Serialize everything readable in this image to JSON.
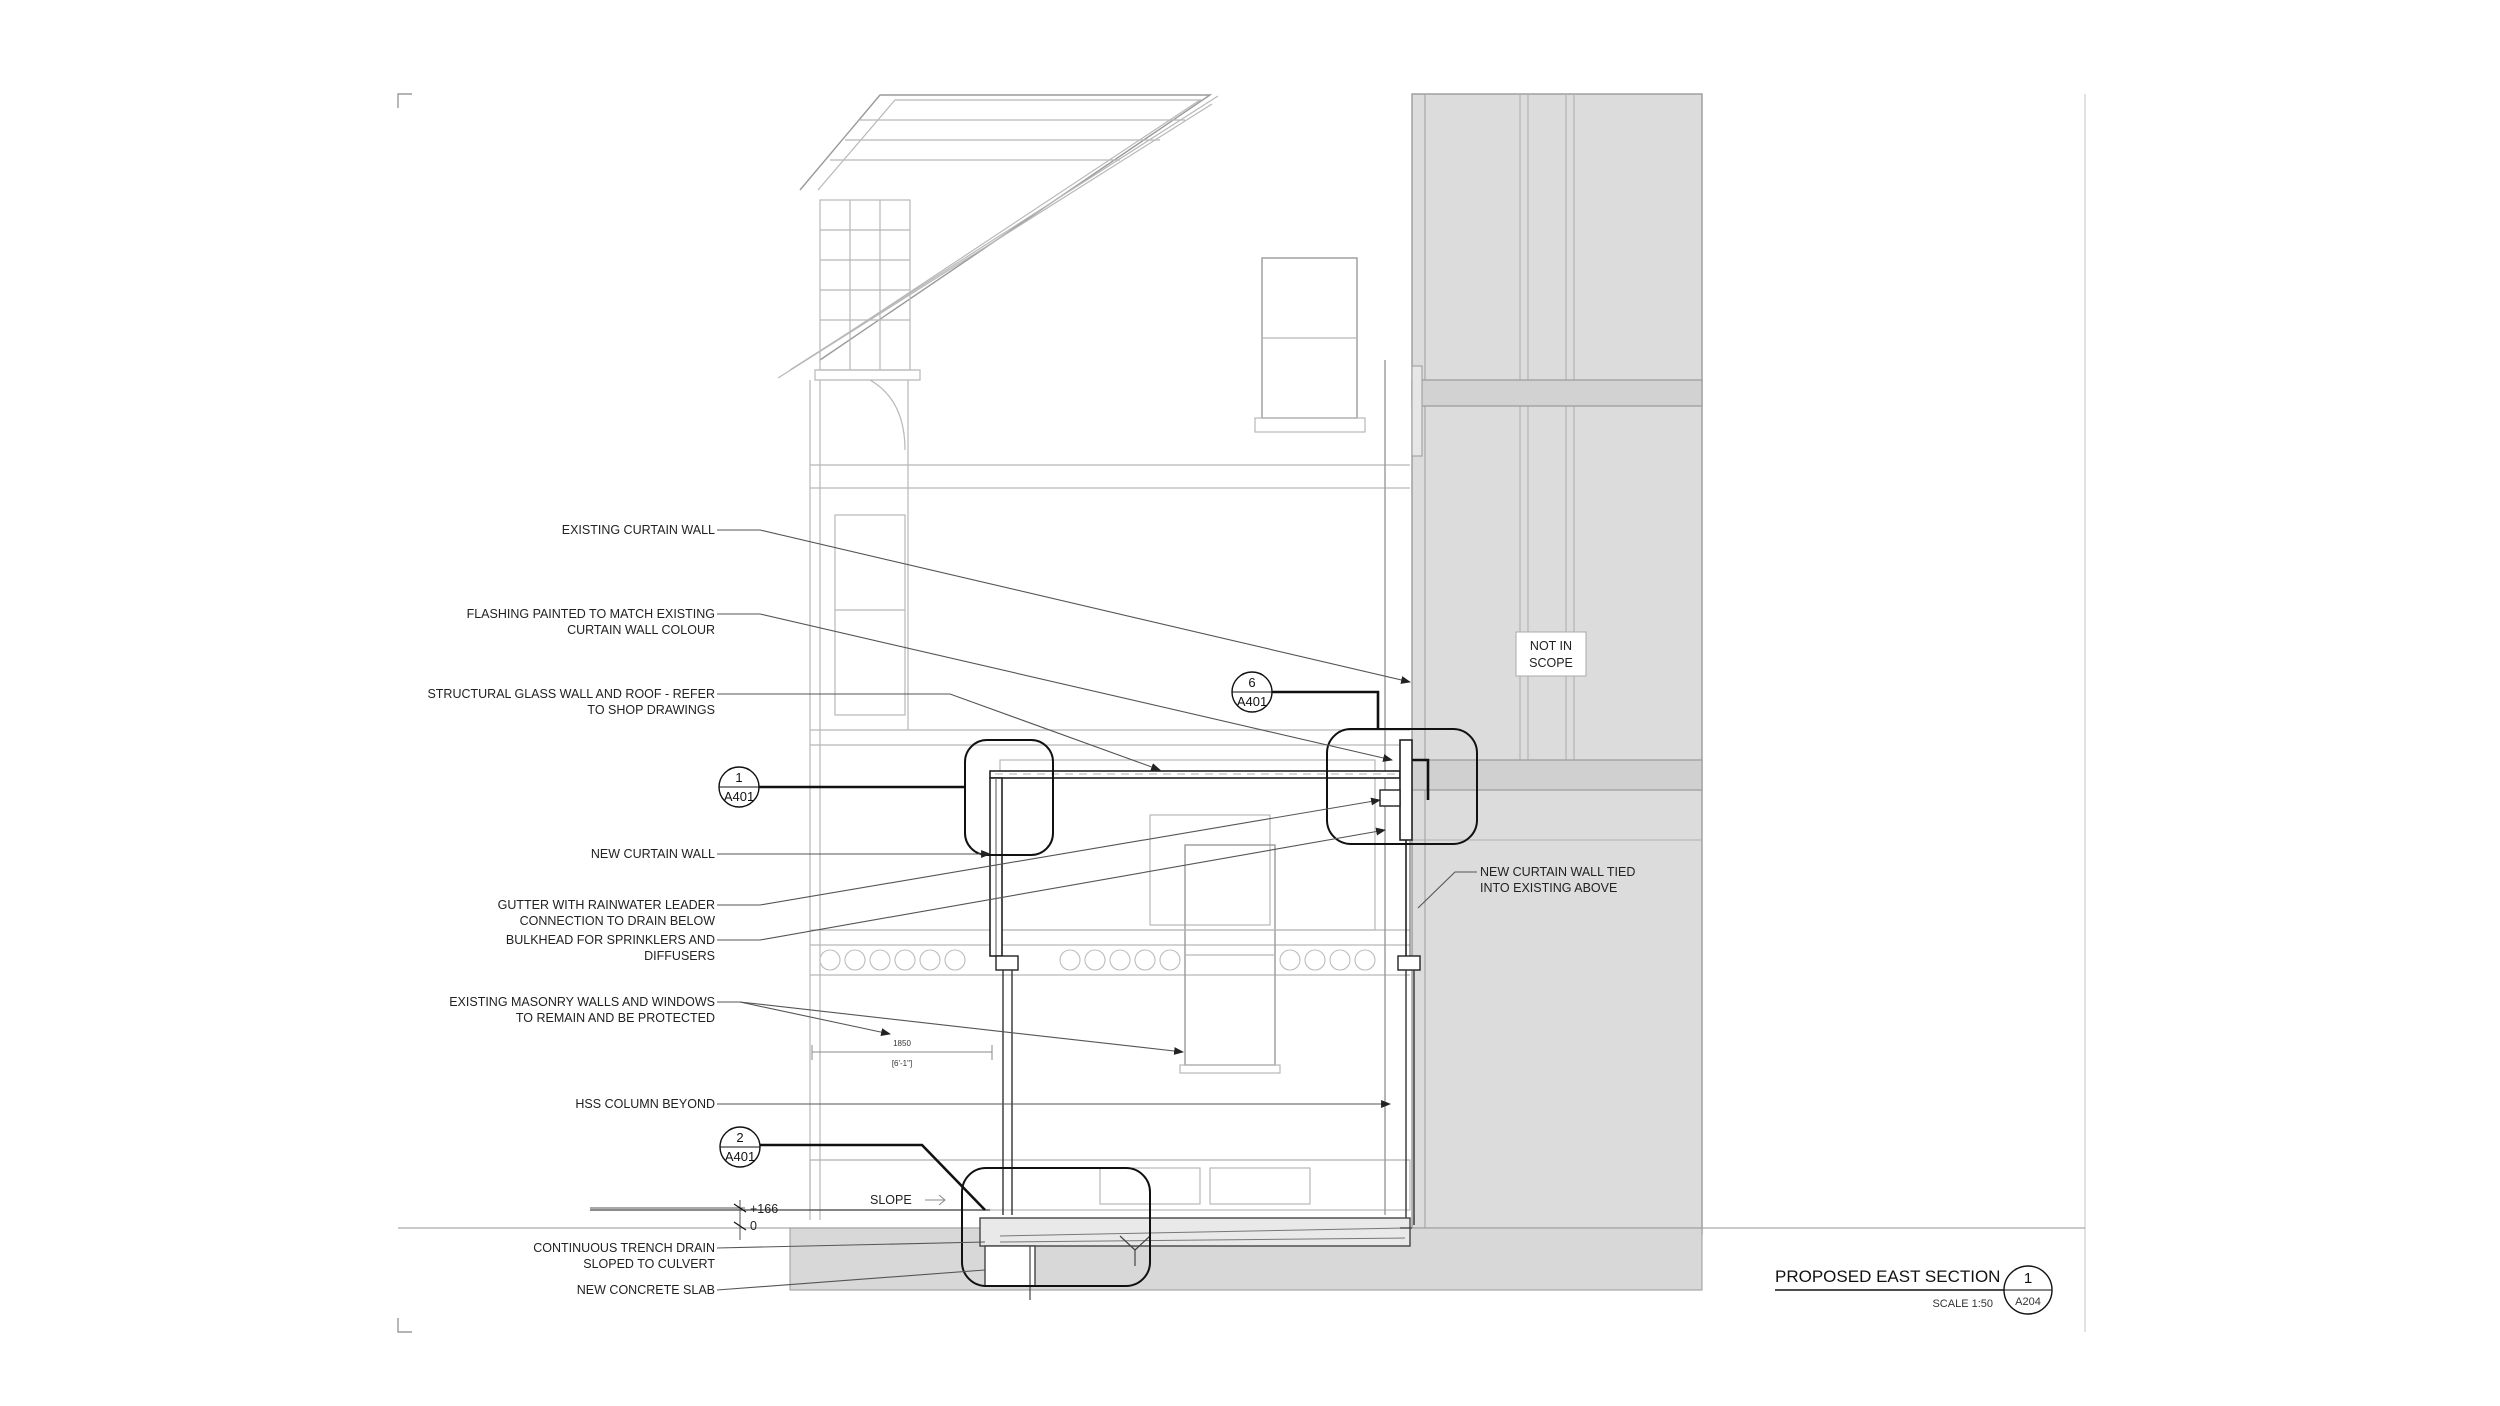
{
  "notes": {
    "existing_curtain_wall": "EXISTING CURTAIN WALL",
    "flashing_l1": "FLASHING PAINTED TO MATCH EXISTING",
    "flashing_l2": "CURTAIN WALL COLOUR",
    "structural_glass_l1": "STRUCTURAL GLASS WALL AND ROOF - REFER",
    "structural_glass_l2": "TO SHOP DRAWINGS",
    "new_curtain_wall": "NEW CURTAIN WALL",
    "gutter_l1": "GUTTER WITH RAINWATER LEADER",
    "gutter_l2": "CONNECTION TO  DRAIN BELOW",
    "bulkhead_l1": "BULKHEAD FOR SPRINKLERS AND",
    "bulkhead_l2": "DIFFUSERS",
    "masonry_l1": "EXISTING MASONRY WALLS AND WINDOWS",
    "masonry_l2": "TO REMAIN AND BE PROTECTED",
    "hss_column": "HSS COLUMN BEYOND",
    "trench_l1": "CONTINUOUS TRENCH DRAIN",
    "trench_l2": "SLOPED TO CULVERT",
    "concrete_slab": "NEW CONCRETE SLAB",
    "not_in_scope_l1": "NOT IN",
    "not_in_scope_l2": "SCOPE",
    "new_cw_tied_l1": "NEW CURTAIN WALL TIED",
    "new_cw_tied_l2": "INTO EXISTING ABOVE",
    "slope": "SLOPE",
    "elev_top": "+166",
    "elev_zero": "0",
    "dim_value": "1850",
    "dim_imperial": "[6'-1\"]"
  },
  "detail_tags": [
    {
      "number": "1",
      "sheet": "A401"
    },
    {
      "number": "6",
      "sheet": "A401"
    },
    {
      "number": "2",
      "sheet": "A401"
    }
  ],
  "title_block": {
    "title": "PROPOSED EAST SECTION",
    "scale": "SCALE 1:50",
    "number": "1",
    "sheet": "A204"
  }
}
